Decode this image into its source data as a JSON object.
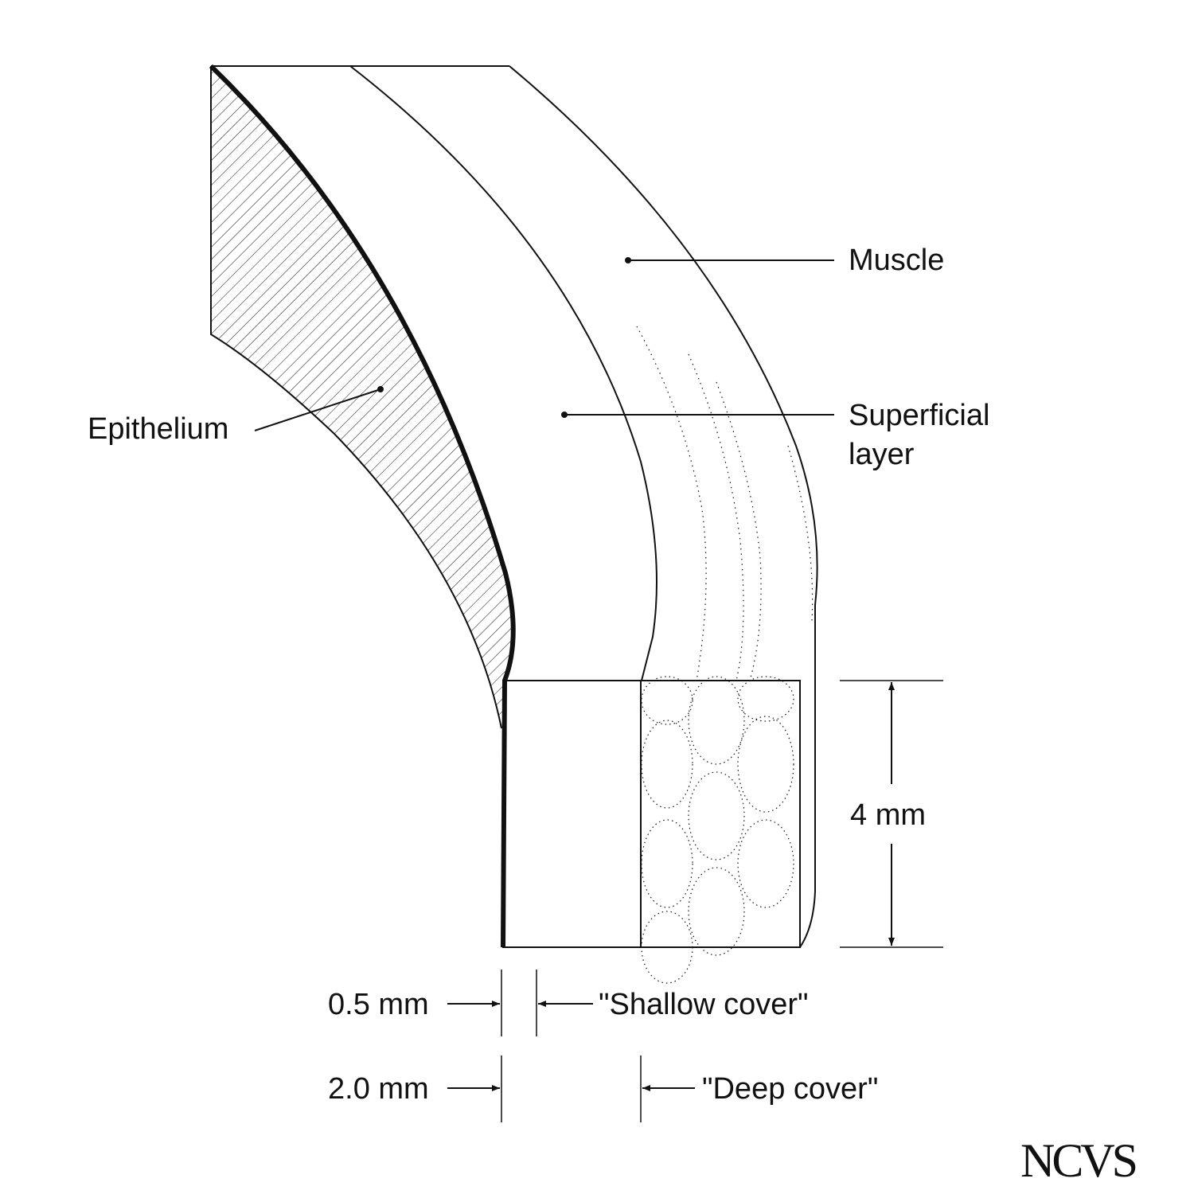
{
  "labels": {
    "muscle": "Muscle",
    "superficial_line1": "Superficial",
    "superficial_line2": "layer",
    "epithelium": "Epithelium",
    "height": "4 mm",
    "shallow_depth": "0.5 mm",
    "shallow_cover": "\"Shallow cover\"",
    "deep_depth": "2.0 mm",
    "deep_cover": "\"Deep cover\""
  },
  "logo": "NCVS",
  "colors": {
    "ink": "#111111",
    "background": "#ffffff"
  }
}
